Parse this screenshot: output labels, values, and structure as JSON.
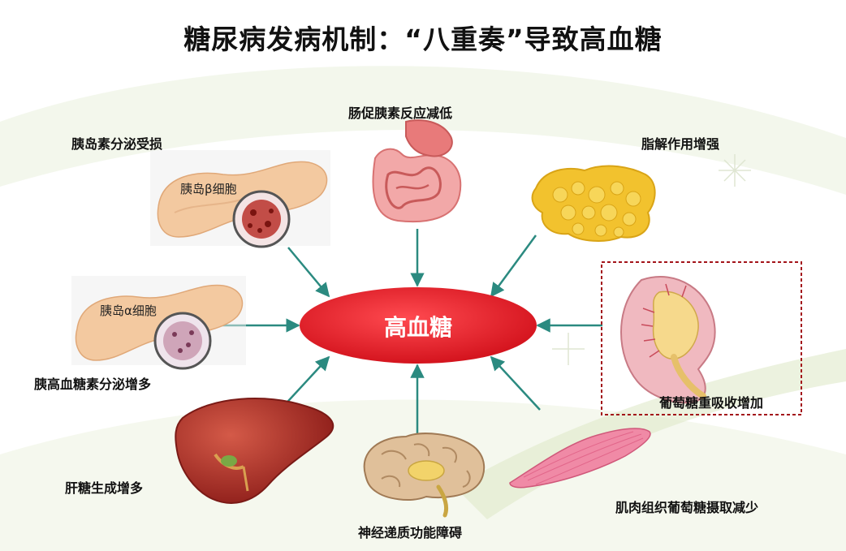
{
  "title": "糖尿病发病机制：“八重奏”导致高血糖",
  "center": {
    "label": "高血糖"
  },
  "mechanisms": {
    "islet_beta": {
      "label": "胰岛素分泌受损",
      "cell_label": "胰岛β细胞"
    },
    "incretin": {
      "label": "肠促胰素反应减低"
    },
    "lipolysis": {
      "label": "脂解作用增强"
    },
    "islet_alpha": {
      "label": "胰高血糖素分泌增多",
      "cell_label": "胰岛α细胞"
    },
    "kidney": {
      "label": "葡萄糖重吸收增加"
    },
    "liver": {
      "label": "肝糖生成增多"
    },
    "brain": {
      "label": "神经递质功能障碍"
    },
    "muscle": {
      "label": "肌肉组织葡萄糖摄取减少"
    }
  },
  "colors": {
    "center_fill": "#e8202a",
    "arrow": "#2b8a80",
    "kidney_box": "#a3141a",
    "liver": "#b0302a",
    "fat": "#f2c22e",
    "gut": "#e87a7a",
    "muscle": "#f08aa6",
    "pancreas": "#f3c9a0"
  }
}
